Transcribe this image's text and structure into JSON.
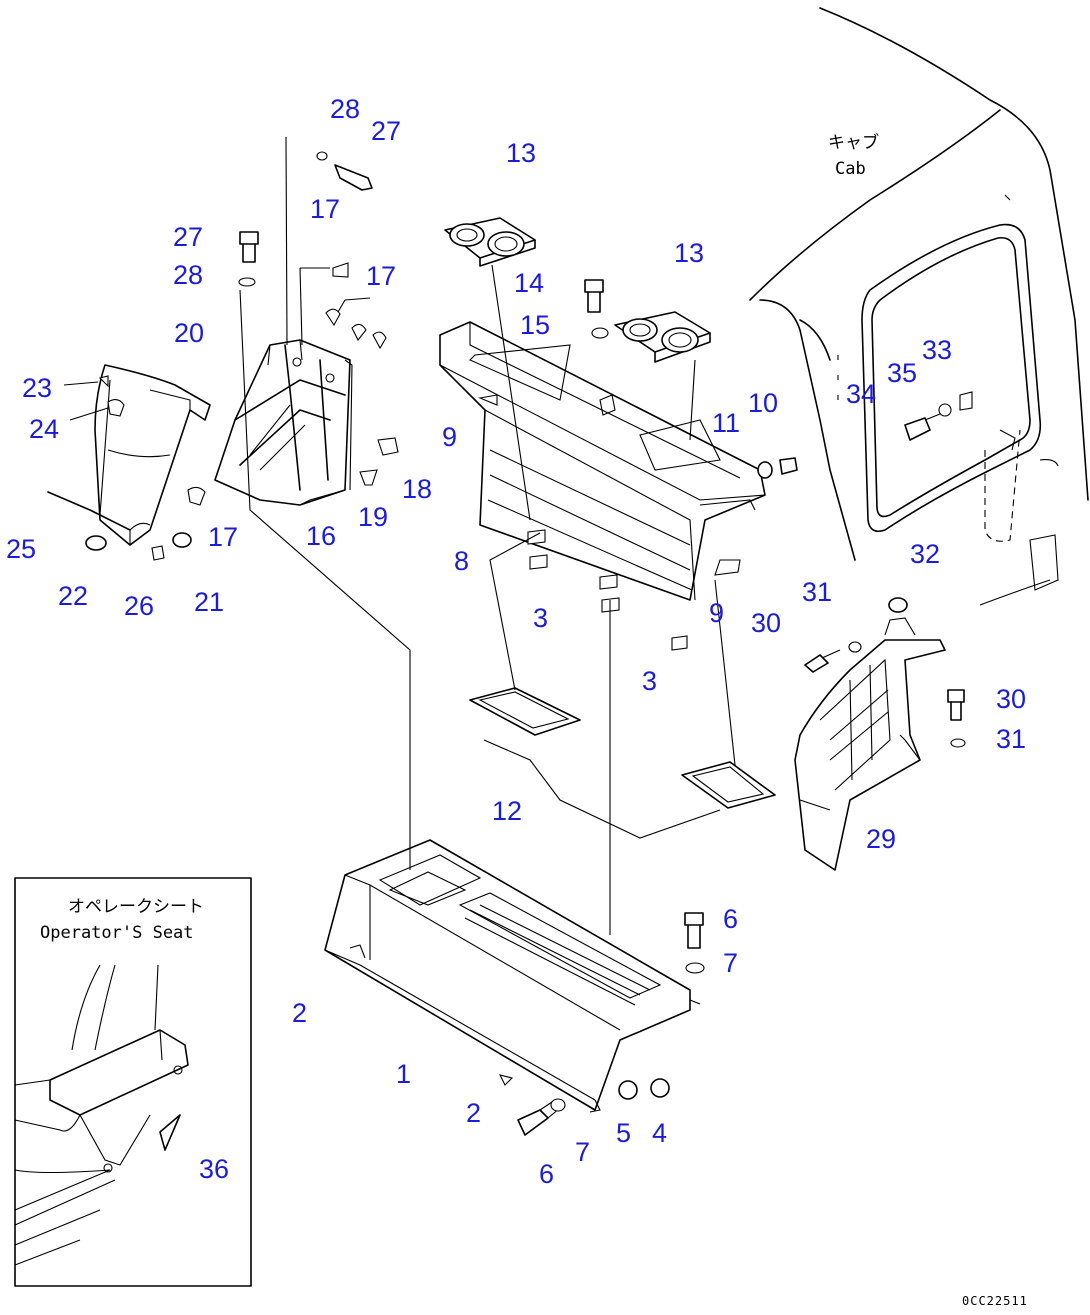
{
  "callouts": [
    {
      "id": "c1",
      "text": "1"
    },
    {
      "id": "c2a",
      "text": "2"
    },
    {
      "id": "c2b",
      "text": "2"
    },
    {
      "id": "c3a",
      "text": "3"
    },
    {
      "id": "c3b",
      "text": "3"
    },
    {
      "id": "c4",
      "text": "4"
    },
    {
      "id": "c5",
      "text": "5"
    },
    {
      "id": "c6a",
      "text": "6"
    },
    {
      "id": "c6b",
      "text": "6"
    },
    {
      "id": "c7a",
      "text": "7"
    },
    {
      "id": "c7b",
      "text": "7"
    },
    {
      "id": "c8",
      "text": "8"
    },
    {
      "id": "c9a",
      "text": "9"
    },
    {
      "id": "c9b",
      "text": "9"
    },
    {
      "id": "c10",
      "text": "10"
    },
    {
      "id": "c11",
      "text": "11"
    },
    {
      "id": "c12",
      "text": "12"
    },
    {
      "id": "c13a",
      "text": "13"
    },
    {
      "id": "c13b",
      "text": "13"
    },
    {
      "id": "c14",
      "text": "14"
    },
    {
      "id": "c15",
      "text": "15"
    },
    {
      "id": "c16",
      "text": "16"
    },
    {
      "id": "c17a",
      "text": "17"
    },
    {
      "id": "c17b",
      "text": "17"
    },
    {
      "id": "c17c",
      "text": "17"
    },
    {
      "id": "c18",
      "text": "18"
    },
    {
      "id": "c19",
      "text": "19"
    },
    {
      "id": "c20",
      "text": "20"
    },
    {
      "id": "c21",
      "text": "21"
    },
    {
      "id": "c22",
      "text": "22"
    },
    {
      "id": "c23",
      "text": "23"
    },
    {
      "id": "c24",
      "text": "24"
    },
    {
      "id": "c25",
      "text": "25"
    },
    {
      "id": "c26",
      "text": "26"
    },
    {
      "id": "c27a",
      "text": "27"
    },
    {
      "id": "c27b",
      "text": "27"
    },
    {
      "id": "c28a",
      "text": "28"
    },
    {
      "id": "c28b",
      "text": "28"
    },
    {
      "id": "c29",
      "text": "29"
    },
    {
      "id": "c30a",
      "text": "30"
    },
    {
      "id": "c30b",
      "text": "30"
    },
    {
      "id": "c31a",
      "text": "31"
    },
    {
      "id": "c31b",
      "text": "31"
    },
    {
      "id": "c32",
      "text": "32"
    },
    {
      "id": "c33",
      "text": "33"
    },
    {
      "id": "c34",
      "text": "34"
    },
    {
      "id": "c35",
      "text": "35"
    },
    {
      "id": "c36",
      "text": "36"
    }
  ],
  "labels": {
    "cab_jp": "キャブ",
    "cab_en": "Cab",
    "seat_jp": "オペレークシート",
    "seat_en": "Operator'S Seat"
  },
  "drawing_code": "0CC22511",
  "colors": {
    "callout": "#1c1cd2",
    "line": "#000000",
    "background": "#ffffff"
  }
}
